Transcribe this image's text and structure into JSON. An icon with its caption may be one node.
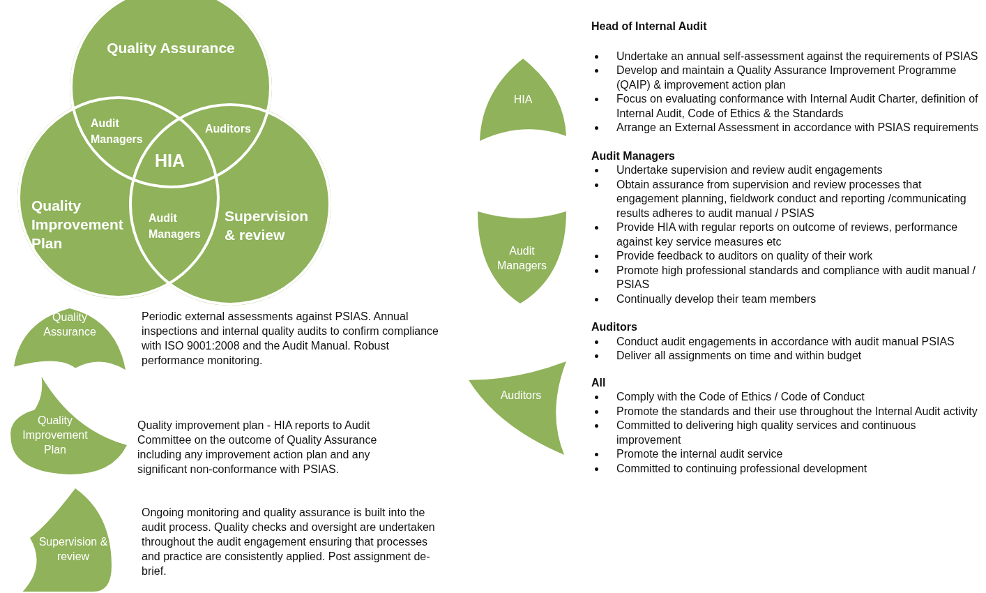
{
  "diagram": {
    "nodes": [
      {
        "text": [
          "Quality Assurance"
        ],
        "beside": [
          "Periodic external assessments against PSIAS. Annual inspections and internal quality audits to confirm compliance with ISO 9001:2008 and the Audit Manual. Robust performance monitoring."
        ]
      },
      {
        "text": [
          "Quality Improvement Plan"
        ],
        "beside": [
          "Quality improvement plan - HIA reports to Audit Committee on the outcome of Quality Assurance including any improvement action plan and any significant non-conformance with PSIAS."
        ]
      },
      {
        "text": [
          "Supervision & review"
        ],
        "beside": [
          "Ongoing monitoring and quality assurance is built into the audit process. Quality checks and oversight are undertaken throughout the audit engagement ensuring that processes and practice are consistently applied. Post assignment de-brief."
        ]
      },
      {
        "text": [
          "HIA"
        ]
      },
      {
        "text": [
          "Audit Managers"
        ]
      },
      {
        "text": [
          "Auditors"
        ]
      }
    ],
    "edges": [],
    "labels": [
      "Quality Assurance",
      "Audit Managers",
      "Auditors",
      "HIA",
      "Quality Improvement Plan",
      "Audit Managers",
      "Supervision & review",
      "Head of Internal Audit",
      "Undertake an annual self-assessment against the requirements of PSIAS",
      "Develop and maintain a Quality Assurance Improvement Programme (QAIP) & improvement action plan",
      "Focus on evaluating conformance with Internal Audit Charter, definition of Internal Audit, Code of Ethics & the Standards",
      "Arrange an External Assessment in accordance with PSIAS requirements",
      "Audit Managers",
      "Undertake supervision and review audit engagements",
      "Obtain assurance from supervision and review processes that engagement planning, fieldwork conduct and reporting /communicating results adheres to audit manual / PSIAS",
      "Provide HIA with regular reports on outcome of reviews, performance against key service measures etc",
      "Provide feedback to auditors on quality of their work",
      "Promote high professional standards and compliance with audit manual / PSIAS",
      "Continually develop their team members",
      "Auditors",
      "Conduct audit engagements in accordance with audit manual PSIAS",
      "Deliver all assignments on time and within budget",
      "All",
      "Comply with the Code of Ethics / Code of Conduct",
      "Promote the standards and their use throughout the Internal Audit activity",
      "Committed to delivering high quality services and continuous improvement",
      "Promote the internal audit service",
      "Committed to continuing professional development"
    ]
  }
}
